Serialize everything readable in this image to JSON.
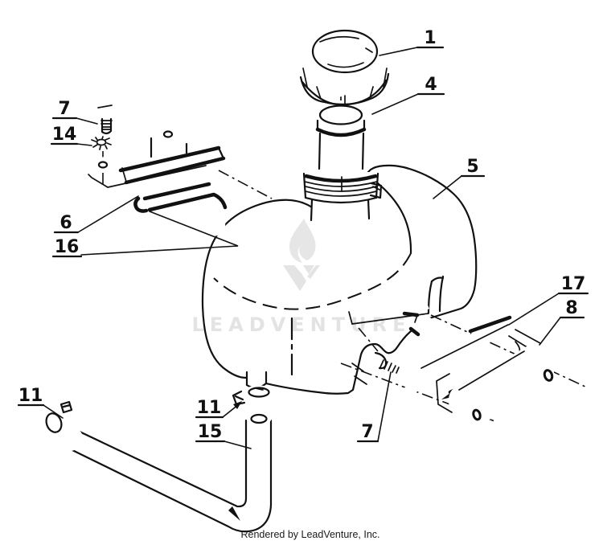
{
  "page": {
    "background_color": "#ffffff",
    "line_color": "#111111",
    "footer": {
      "text": "Rendered by LeadVenture, Inc."
    },
    "watermark": {
      "text": "LEADVENTURE",
      "logo": "flame-v-logo",
      "color": "#e3e3e3"
    }
  },
  "diagram": {
    "type": "exploded-parts-diagram",
    "callouts": [
      {
        "number": "1"
      },
      {
        "number": "4"
      },
      {
        "number": "5"
      },
      {
        "number": "7"
      },
      {
        "number": "14"
      },
      {
        "number": "6"
      },
      {
        "number": "16"
      },
      {
        "number": "17"
      },
      {
        "number": "8"
      },
      {
        "number": "7"
      },
      {
        "number": "11"
      },
      {
        "number": "11"
      },
      {
        "number": "15"
      }
    ]
  }
}
